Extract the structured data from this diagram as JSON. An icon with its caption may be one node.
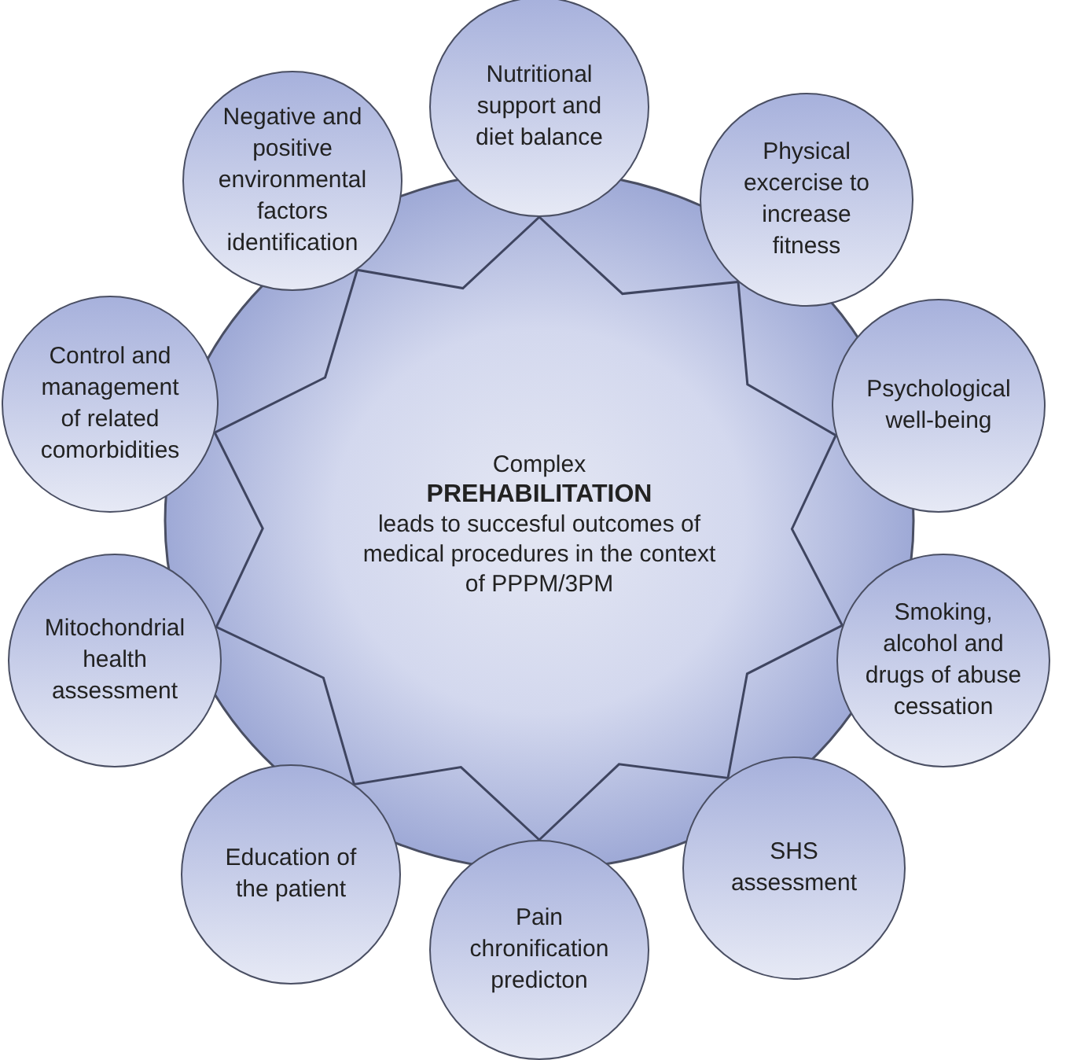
{
  "diagram": {
    "nodes": [
      {
        "text": [
          "Complex",
          "PREHABILITATION",
          "leads to succesful outcomes of medical procedures in the context of PPPM/3PM"
        ]
      },
      {
        "text": [
          "Nutritional support and diet balance"
        ]
      },
      {
        "text": [
          "Negative and positive environmental factors identification"
        ]
      },
      {
        "text": [
          "Physical excercise to increase fitness"
        ]
      },
      {
        "text": [
          "Control and management of related comorbidities"
        ]
      },
      {
        "text": [
          "Psychological well-being"
        ]
      },
      {
        "text": [
          "Mitochondrial health assessment"
        ]
      },
      {
        "text": [
          "Smoking, alcohol and drugs of abuse cessation"
        ]
      },
      {
        "text": [
          "Education of the patient"
        ]
      },
      {
        "text": [
          "SHS assessment"
        ]
      },
      {
        "text": [
          "Pain chronification predicton"
        ]
      }
    ],
    "edges": []
  }
}
